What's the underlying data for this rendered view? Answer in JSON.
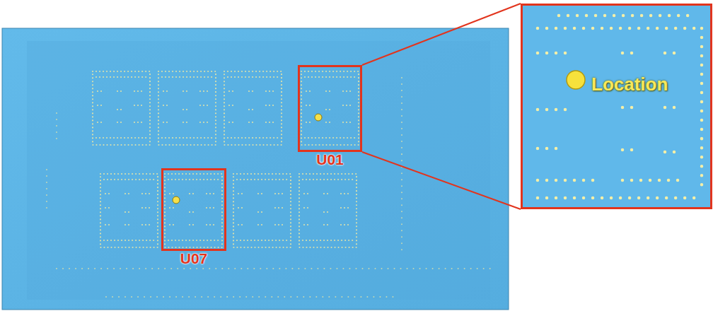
{
  "diagram": {
    "nodes": [
      {
        "text": [
          "U01"
        ]
      },
      {
        "text": [
          "Location"
        ]
      },
      {
        "text": [
          "U07"
        ]
      }
    ],
    "edges": [
      {
        "from": 0,
        "to": 1,
        "arrow": "none"
      },
      {
        "from": 0,
        "to": 1,
        "arrow": "none"
      }
    ]
  }
}
